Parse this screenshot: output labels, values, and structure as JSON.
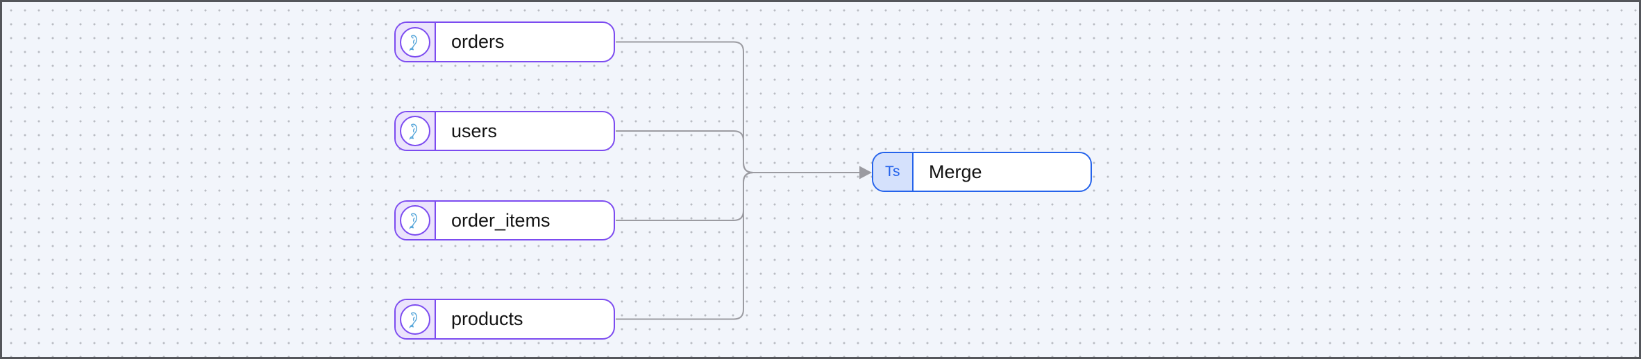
{
  "app": {
    "type": "pipeline-flow-editor"
  },
  "canvas": {
    "background_color": "#f2f5fb",
    "dot_grid_color": "#b9bcc3",
    "frame_border_color": "#54565b",
    "edge_color": "#9b9ba1"
  },
  "diagram": {
    "nodes": [
      {
        "id": "orders",
        "label": "orders",
        "kind": "mysql-source",
        "icon": "mysql-dolphin-icon",
        "accent_color": "#7c4bf0",
        "badge_bg": "#ebe3fc"
      },
      {
        "id": "users",
        "label": "users",
        "kind": "mysql-source",
        "icon": "mysql-dolphin-icon",
        "accent_color": "#7c4bf0",
        "badge_bg": "#ebe3fc"
      },
      {
        "id": "order_items",
        "label": "order_items",
        "kind": "mysql-source",
        "icon": "mysql-dolphin-icon",
        "accent_color": "#7c4bf0",
        "badge_bg": "#ebe3fc"
      },
      {
        "id": "products",
        "label": "products",
        "kind": "mysql-source",
        "icon": "mysql-dolphin-icon",
        "accent_color": "#7c4bf0",
        "badge_bg": "#ebe3fc"
      },
      {
        "id": "merge",
        "label": "Merge",
        "kind": "typescript-transform",
        "icon": "typescript-icon",
        "icon_text": "Ts",
        "accent_color": "#2563eb",
        "badge_bg": "#d5e1fc",
        "icon_text_color": "#2563eb"
      }
    ],
    "edges": [
      {
        "from": "orders",
        "to": "merge"
      },
      {
        "from": "users",
        "to": "merge"
      },
      {
        "from": "order_items",
        "to": "merge"
      },
      {
        "from": "products",
        "to": "merge"
      }
    ],
    "icon_colors": {
      "mysql_dolphin_blue": "#55a5d9"
    }
  }
}
